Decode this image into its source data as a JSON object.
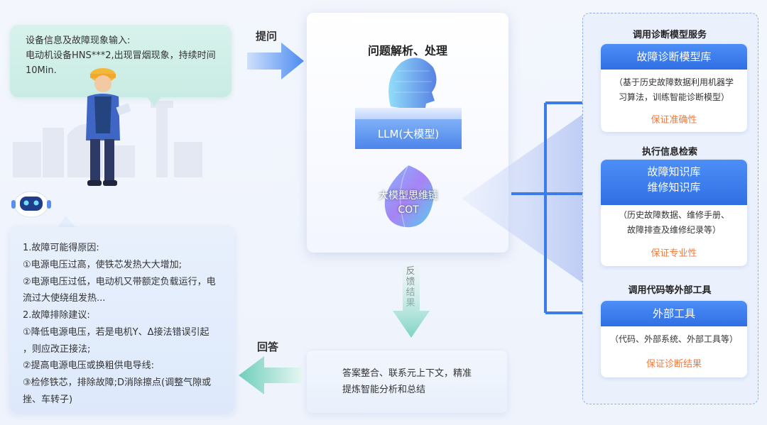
{
  "input": {
    "line1": "设备信息及故障现象输入:",
    "line2": "电动机设备HNS***2,出现冒烟现象，持续时间10Min."
  },
  "labels": {
    "ask": "提问",
    "answer": "回答",
    "feedback": [
      "反",
      "馈",
      "结",
      "果"
    ]
  },
  "center": {
    "title": "问题解析、处理",
    "llm": "LLM(大模型)",
    "cot_line1": "大模型思维链",
    "cot_line2": "COT"
  },
  "answer": {
    "lines": [
      "1.故障可能得原因:",
      "①电源电压过高，使铁芯发热大大增加;",
      "②电源电压过低，电动机又带额定负载运行，电",
      "流过大使绕组发热...",
      "2.故障排除建议:",
      "①降低电源电压，若是电机Y、Δ接法错误引起",
      "，则应改正接法;",
      "②提高电源电压或换粗供电导线:",
      "③检修铁芯，排除故障;D消除擦点(调整气隙或",
      "挫、车转子)"
    ]
  },
  "summary": {
    "line1": "答案整合、联系元上下文，精准",
    "line2": "提炼智能分析和总结"
  },
  "right": {
    "sections": [
      {
        "title": "调用诊断模型服务",
        "card_title": [
          "故障诊断模型库"
        ],
        "desc": [
          "（基于历史故障数据利用机器学",
          "习算法，训练智能诊断模型）"
        ],
        "guarantee": "保证准确性"
      },
      {
        "title": "执行信息检索",
        "card_title": [
          "故障知识库",
          "维修知识库"
        ],
        "desc": [
          "（历史故障数据、维修手册、",
          "故障排查及维修纪录等）"
        ],
        "guarantee": "保证专业性"
      },
      {
        "title": "调用代码等外部工具",
        "card_title": [
          "外部工具"
        ],
        "desc": [
          "（代码、外部系统、外部工具等）"
        ],
        "guarantee": "保证诊断结果"
      }
    ]
  },
  "colors": {
    "accent": "#2f6fe3",
    "guarantee": "#f07a3a",
    "bubble_green": "#c8ece3"
  },
  "icons": [
    "worker-illustration",
    "robot-icon",
    "ai-head-icon",
    "cot-swirl-icon"
  ]
}
